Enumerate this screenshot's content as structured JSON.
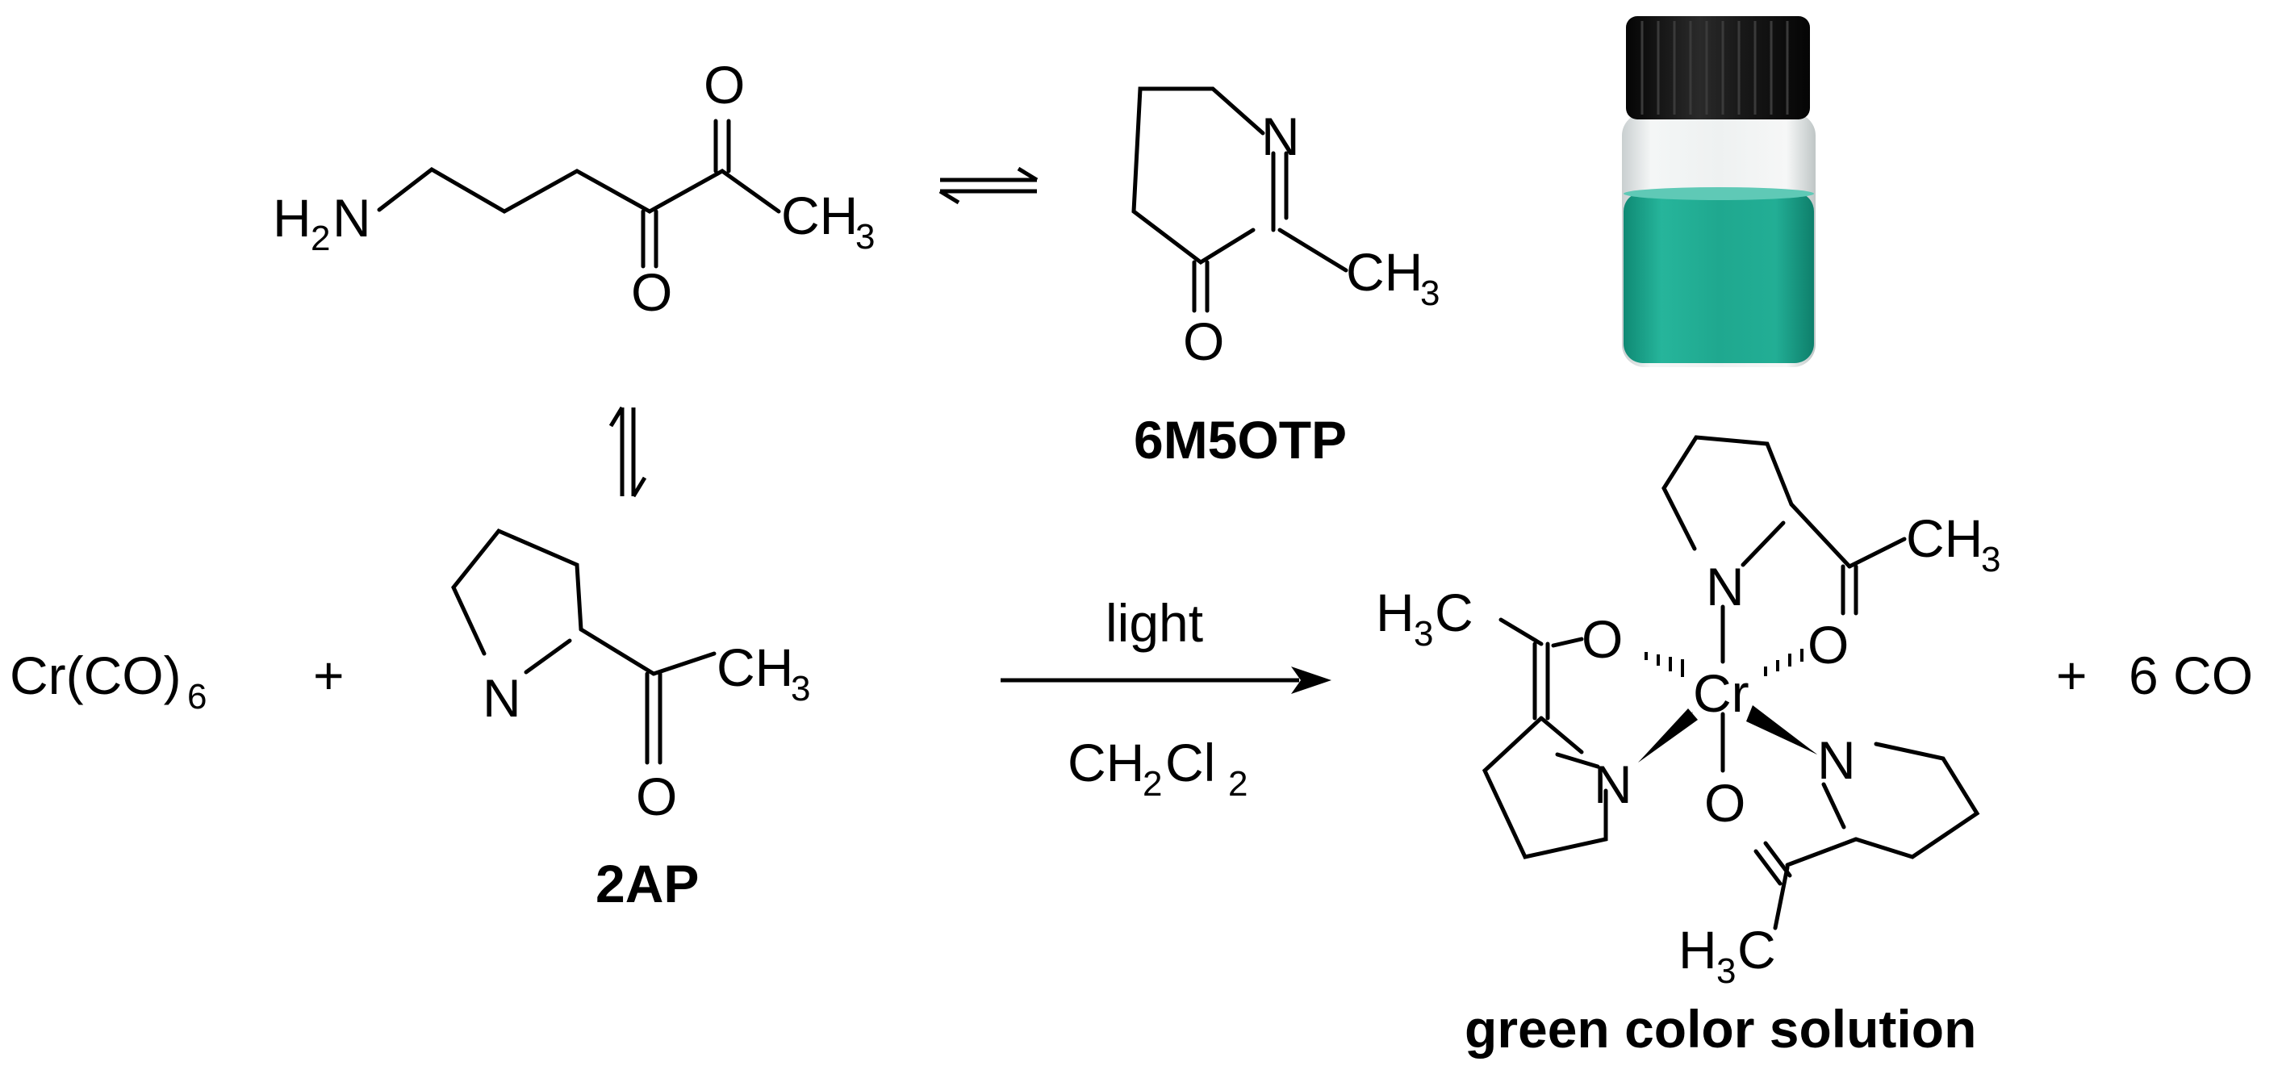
{
  "compounds": {
    "amine": {
      "nh2_h": "H",
      "nh2_sub": "2",
      "nh2_n": "N",
      "o1": "O",
      "o2": "O",
      "ch": "CH",
      "ch_sub": "3"
    },
    "m5otp": {
      "n": "N",
      "o": "O",
      "ch": "CH",
      "ch_sub": "3",
      "name": "6M5OTP"
    },
    "ap": {
      "n": "N",
      "o": "O",
      "ch": "CH",
      "ch_sub": "3",
      "name": "2AP"
    },
    "cr_complex": {
      "metal": "Cr",
      "n_top": "N",
      "n_left": "N",
      "n_right": "N",
      "o_left": "O",
      "o_right": "O",
      "o_bottom": "O",
      "ch_top": "CH",
      "ch_top_sub": "3",
      "h3c_left_h": "H",
      "h3c_left_sub": "3",
      "h3c_left_c": "C",
      "h3c_bottom_h": "H",
      "h3c_bottom_sub": "3",
      "h3c_bottom_c": "C",
      "caption": "green color solution"
    }
  },
  "reaction": {
    "reagent": "Cr(CO)",
    "reagent_sub": "6",
    "plus1": "+",
    "above_arrow": "light",
    "solvent_a": "CH",
    "solvent_sub1": "2",
    "solvent_b": "Cl",
    "solvent_sub2": "2",
    "plus2": "+",
    "byproduct": "6 CO"
  },
  "vial": {
    "cap_color": "#151515",
    "liquid_color": "#1fa88f",
    "glass_color": "#e9ecec"
  }
}
